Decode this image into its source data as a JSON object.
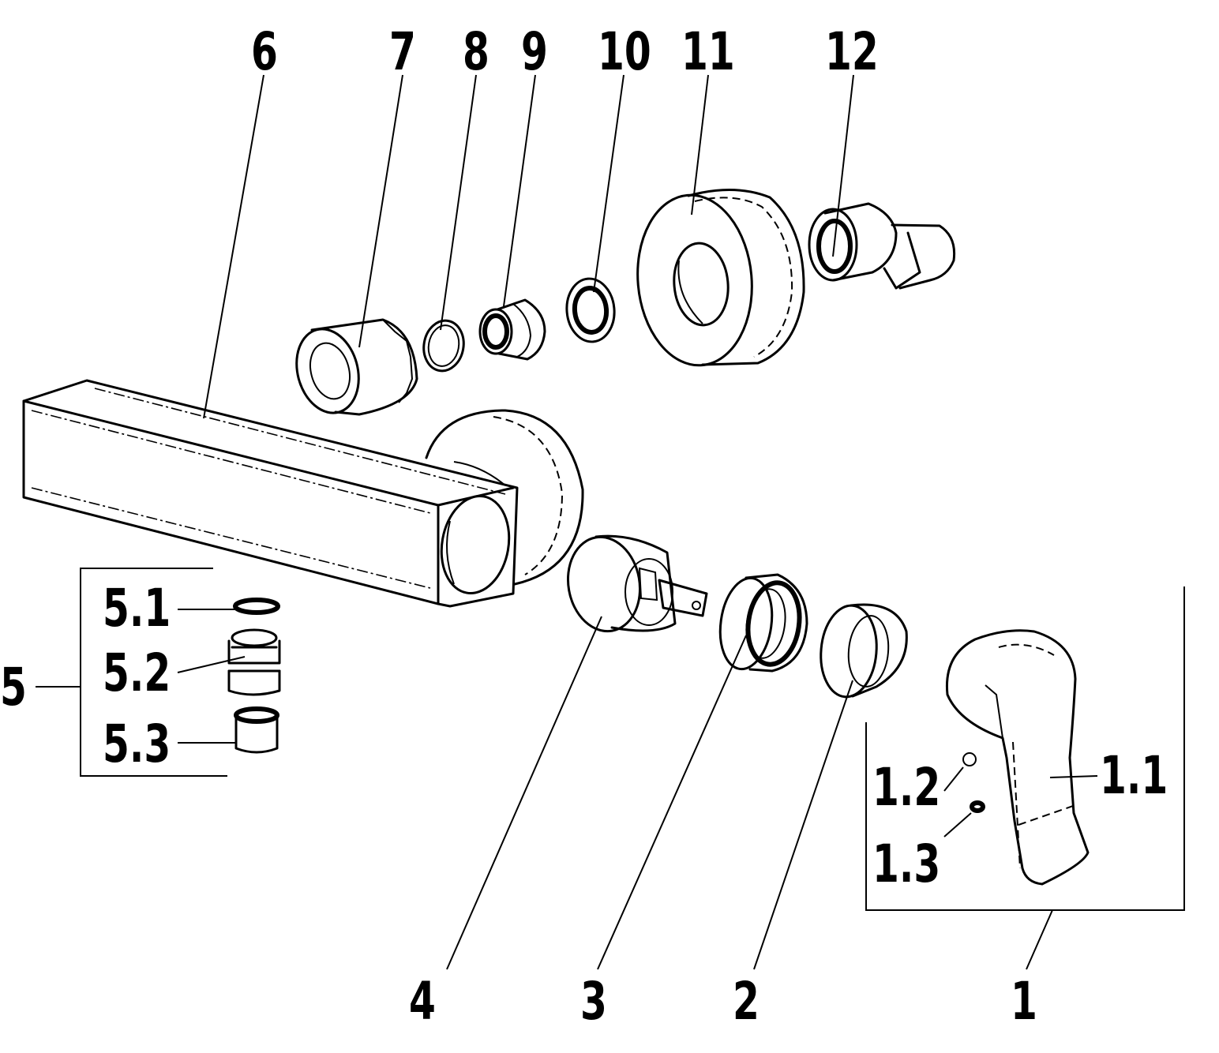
{
  "labels": {
    "l1": "1",
    "l1_1": "1.1",
    "l1_2": "1.2",
    "l1_3": "1.3",
    "l2": "2",
    "l3": "3",
    "l4": "4",
    "l5": "5",
    "l5_1": "5.1",
    "l5_2": "5.2",
    "l5_3": "5.3",
    "l6": "6",
    "l7": "7",
    "l8": "8",
    "l9": "9",
    "l10": "10",
    "l11": "11",
    "l12": "12"
  }
}
